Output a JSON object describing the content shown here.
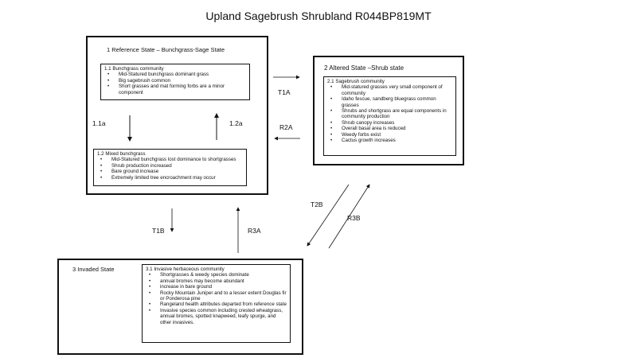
{
  "title": "Upland Sagebrush Shrubland R044BP819MT",
  "state1": {
    "title": "1 Reference State – Bunchgrass-Sage State",
    "community1": {
      "title": "1.1 Bunchgrass  community",
      "items": [
        "Mid-Statured bunchgrass dominant grass",
        "Big sagebrush common",
        "Short grasses and mat forming forbs are a minor component"
      ]
    },
    "community2": {
      "title": "1.2 Mixed bunchgrass",
      "items": [
        "Mid-Statured bunchgrass lost dominance to shortgrasses",
        "Shrub production increased",
        "Bare ground increase",
        "Extremely limited tree encroachment may occur"
      ]
    }
  },
  "state2": {
    "title": "2 Altered State –Shrub state",
    "community1": {
      "title": "2.1 Sagebrush community",
      "items": [
        "Mid-statured grasses very small component of community",
        "Idaho fescue, sandberg bluegrass common grasses",
        "Shrubs and shortgrass are equal components in community production",
        "Shrub canopy increases",
        "Overall basal area is reduced",
        "Weedy forbs exist",
        "Cactus growth increases"
      ]
    }
  },
  "state3": {
    "title": "3 Invaded State",
    "community1": {
      "title": "3.1 Invasive herbaceous community",
      "items": [
        "Shortgrasses & weedy species dominate",
        "annual bromes may become abundant",
        "increase in bare ground",
        "Rocky Mountain Juniper and to a lesser extent Douglas fir or Ponderosa pine",
        "Rangeland health attributes departed from reference state",
        "Invasive species common including crested wheatgrass, annual bromes, spotted knapweed, leafy spurge, and other invasives."
      ]
    }
  },
  "transitions": {
    "p11a": "1.1a",
    "p12a": "1.2a",
    "t1a": "T1A",
    "r2a": "R2A",
    "t1b": "T1B",
    "r3a": "R3A",
    "t2b": "T2B",
    "r3b": "R3B"
  }
}
